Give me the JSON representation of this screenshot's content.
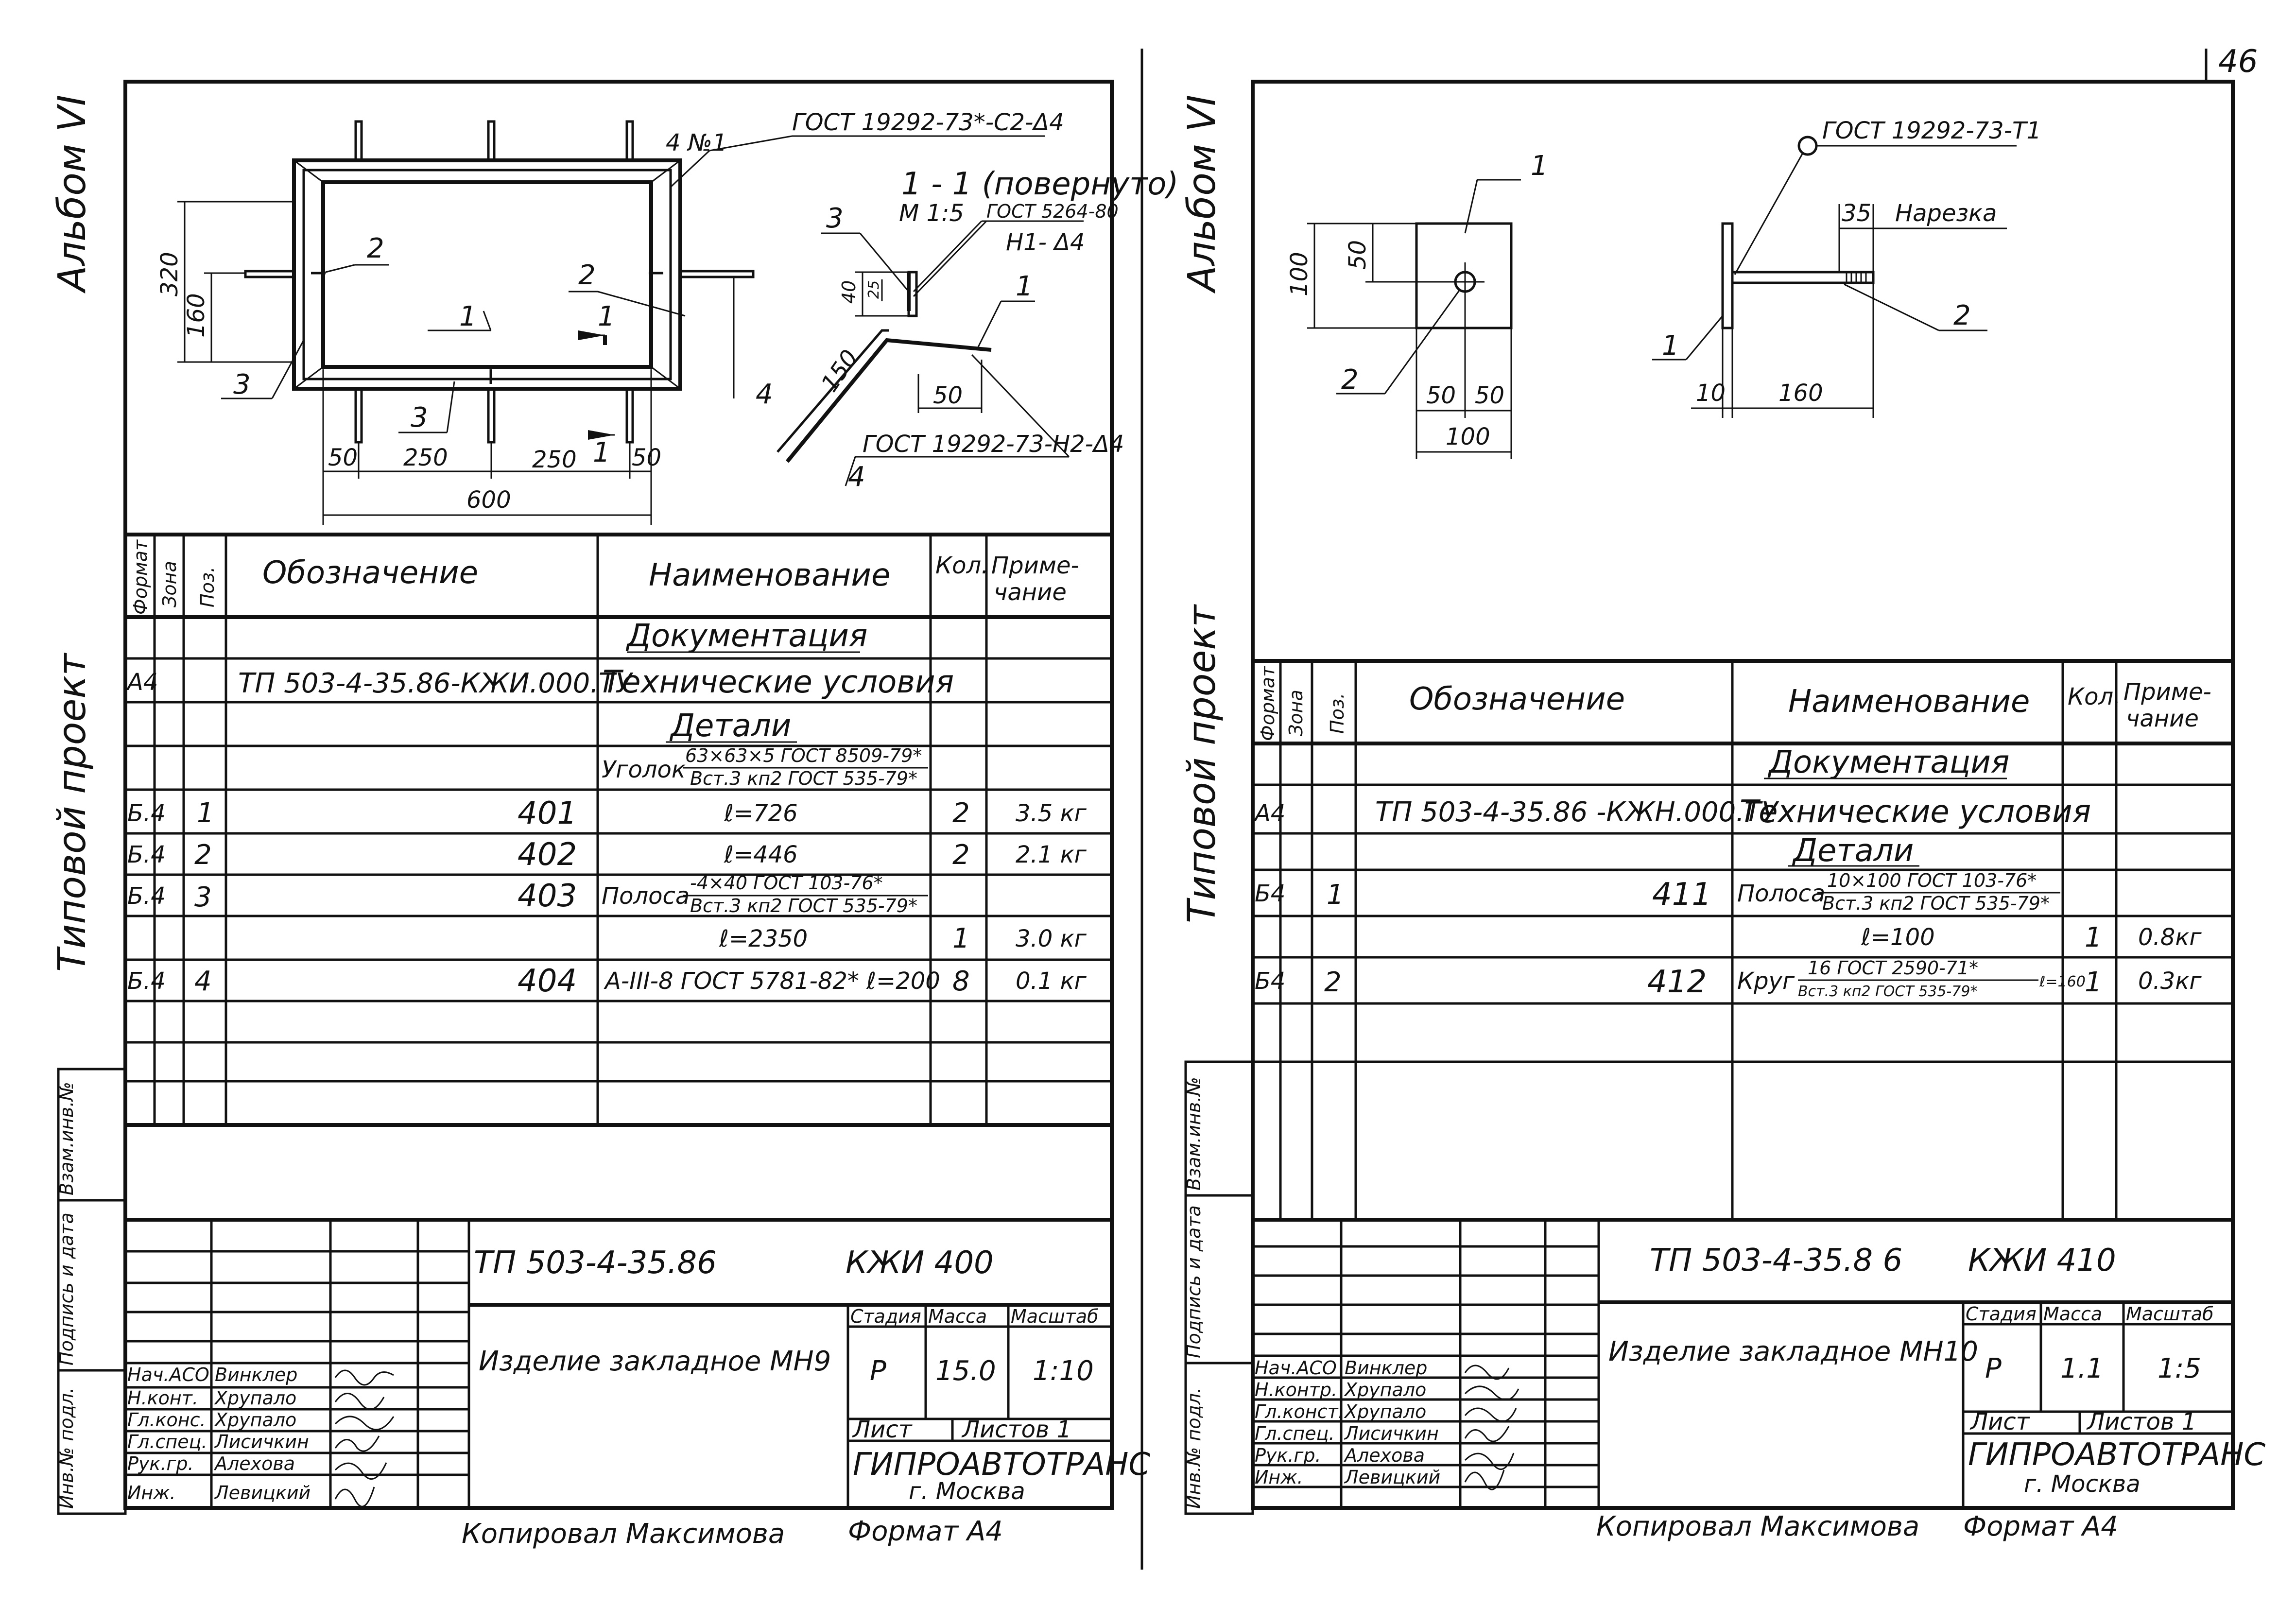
{
  "page_number": "46",
  "left": {
    "side_labels": {
      "album": "Альбом VI",
      "project": "Типовой проект"
    },
    "drawing": {
      "gost_weld_top": "ГОСТ 19292-73*-С2-Δ4",
      "weld_mark": "4 №1",
      "section_title": "1 - 1 (повернуто)",
      "section_scale": "М 1:5",
      "gost_weld_section": "ГОСТ 5264-80",
      "weld_code": "Н1- Δ4",
      "gost_weld_bottom": "ГОСТ 19292-73-Н2-Δ4",
      "dims": {
        "d320": "320",
        "d160": "160",
        "d50a": "50",
        "d250a": "250",
        "d250b": "250",
        "d50b": "50",
        "d600": "600",
        "d40": "40",
        "d25": "25",
        "d150": "150",
        "d50c": "50"
      },
      "callouts": {
        "p1": "1",
        "p2a": "2",
        "p2b": "2",
        "p3a": "3",
        "p3b": "3",
        "p4": "4",
        "s1a": "1",
        "s1b": "1",
        "sec3": "3",
        "sec1": "1",
        "sec4": "4"
      }
    },
    "spec": {
      "headers": {
        "format": "Формат",
        "zone": "Зона",
        "pos": "Поз.",
        "designation": "Обозначение",
        "name": "Наименование",
        "qty": "Кол.",
        "note": "Приме-\nчание"
      },
      "section_docs": "Документация",
      "doc_row": {
        "format": "А4",
        "designation": "ТП 503-4-35.86-КЖИ.000.ТУ",
        "name": "Технические условия"
      },
      "section_parts": "Детали",
      "angle_row": {
        "prefix": "Уголок",
        "num": "63×63×5 ГОСТ 8509-79*",
        "den": "Вст.3 кп2 ГОСТ 535-79*"
      },
      "rows": [
        {
          "format": "Б.4",
          "pos": "1",
          "designation": "401",
          "name": "ℓ=726",
          "qty": "2",
          "note": "3.5 кг"
        },
        {
          "format": "Б.4",
          "pos": "2",
          "designation": "402",
          "name": "ℓ=446",
          "qty": "2",
          "note": "2.1 кг"
        },
        {
          "format": "Б.4",
          "pos": "3",
          "designation": "403",
          "name_prefix": "Полоса",
          "num": "-4×40 ГОСТ 103-76*",
          "den": "Вст.3 кп2 ГОСТ 535-79*"
        },
        {
          "name": "ℓ=2350",
          "qty": "1",
          "note": "3.0 кг"
        },
        {
          "format": "Б.4",
          "pos": "4",
          "designation": "404",
          "name": "А-III-8 ГОСТ 5781-82* ℓ=200",
          "qty": "8",
          "note": "0.1 кг"
        }
      ]
    },
    "stamp": {
      "code": "ТП 503-4-35.86",
      "sheet_code": "КЖИ 400",
      "title": "Изделие закладное МН9",
      "stage_label": "Стадия",
      "mass_label": "Масса",
      "scale_label": "Масштаб",
      "stage": "Р",
      "mass": "15.0",
      "scale": "1:10",
      "sheet_label": "Лист",
      "sheets_label": "Листов 1",
      "org": "ГИПРОАВТОТРАНС",
      "city": "г. Москва",
      "roles": [
        "Нач.АСО",
        "Н.конт.",
        "Гл.конс.",
        "Гл.спец.",
        "Рук.гр.",
        "Инж."
      ],
      "names": [
        "Винклер",
        "Хрупало",
        "Хрупало",
        "Лисичкин",
        "Алехова",
        "Левицкий"
      ]
    },
    "side_stamp": {
      "a": "Взам.инв.№",
      "b": "Подпись и дата",
      "c": "Инв.№ подл."
    },
    "footer": {
      "copied": "Копировал Максимова",
      "format": "Формат А4"
    }
  },
  "right": {
    "side_labels": {
      "album": "Альбом VI",
      "project": "Типовой проект"
    },
    "drawing": {
      "gost_weld": "ГОСТ 19292-73-Т1",
      "thread_dim": "35",
      "thread_label": "Нарезка",
      "dims": {
        "d100v": "100",
        "d50v": "50",
        "d50a": "50",
        "d50b": "50",
        "d100h": "100",
        "d10": "10",
        "d160": "160"
      },
      "callouts": {
        "p1": "1",
        "p2": "2",
        "q1": "1",
        "q2": "2"
      }
    },
    "spec": {
      "headers": {
        "format": "Формат",
        "zone": "Зона",
        "pos": "Поз.",
        "designation": "Обозначение",
        "name": "Наименование",
        "qty": "Кол.",
        "note": "Приме-\nчание"
      },
      "section_docs": "Документация",
      "doc_row": {
        "format": "А4",
        "designation": "ТП 503-4-35.86 -КЖН.000.ТУ",
        "name": "Технические условия"
      },
      "section_parts": "Детали",
      "rows": [
        {
          "format": "Б4",
          "pos": "1",
          "designation": "411",
          "name_prefix": "Полоса",
          "num": "10×100 ГОСТ 103-76*",
          "den": "Вст.3 кп2 ГОСТ 535-79*"
        },
        {
          "name": "ℓ=100",
          "qty": "1",
          "note": "0.8кг"
        },
        {
          "format": "Б4",
          "pos": "2",
          "designation": "412",
          "name_prefix": "Круг",
          "num": "16 ГОСТ 2590-71*",
          "den": "Вст.3 кп2 ГОСТ 535-79*",
          "suffix": "ℓ=160",
          "qty": "1",
          "note": "0.3кг"
        }
      ]
    },
    "stamp": {
      "code": "ТП 503-4-35.8 6",
      "sheet_code": "КЖИ 410",
      "title": "Изделие закладное МН10",
      "stage_label": "Стадия",
      "mass_label": "Масса",
      "scale_label": "Масштаб",
      "stage": "Р",
      "mass": "1.1",
      "scale": "1:5",
      "sheet_label": "Лист",
      "sheets_label": "Листов 1",
      "org": "ГИПРОАВТОТРАНС",
      "city": "г. Москва",
      "roles": [
        "Нач.АСО",
        "Н.контр.",
        "Гл.конст.",
        "Гл.спец.",
        "Рук.гр.",
        "Инж."
      ],
      "names": [
        "Винклер",
        "Хрупало",
        "Хрупало",
        "Лисичкин",
        "Алехова",
        "Левицкий"
      ]
    },
    "side_stamp": {
      "a": "Взам.инв.№",
      "b": "Подпись и дата",
      "c": "Инв.№ подл."
    },
    "footer": {
      "copied": "Копировал Максимова",
      "format": "Формат А4"
    }
  }
}
